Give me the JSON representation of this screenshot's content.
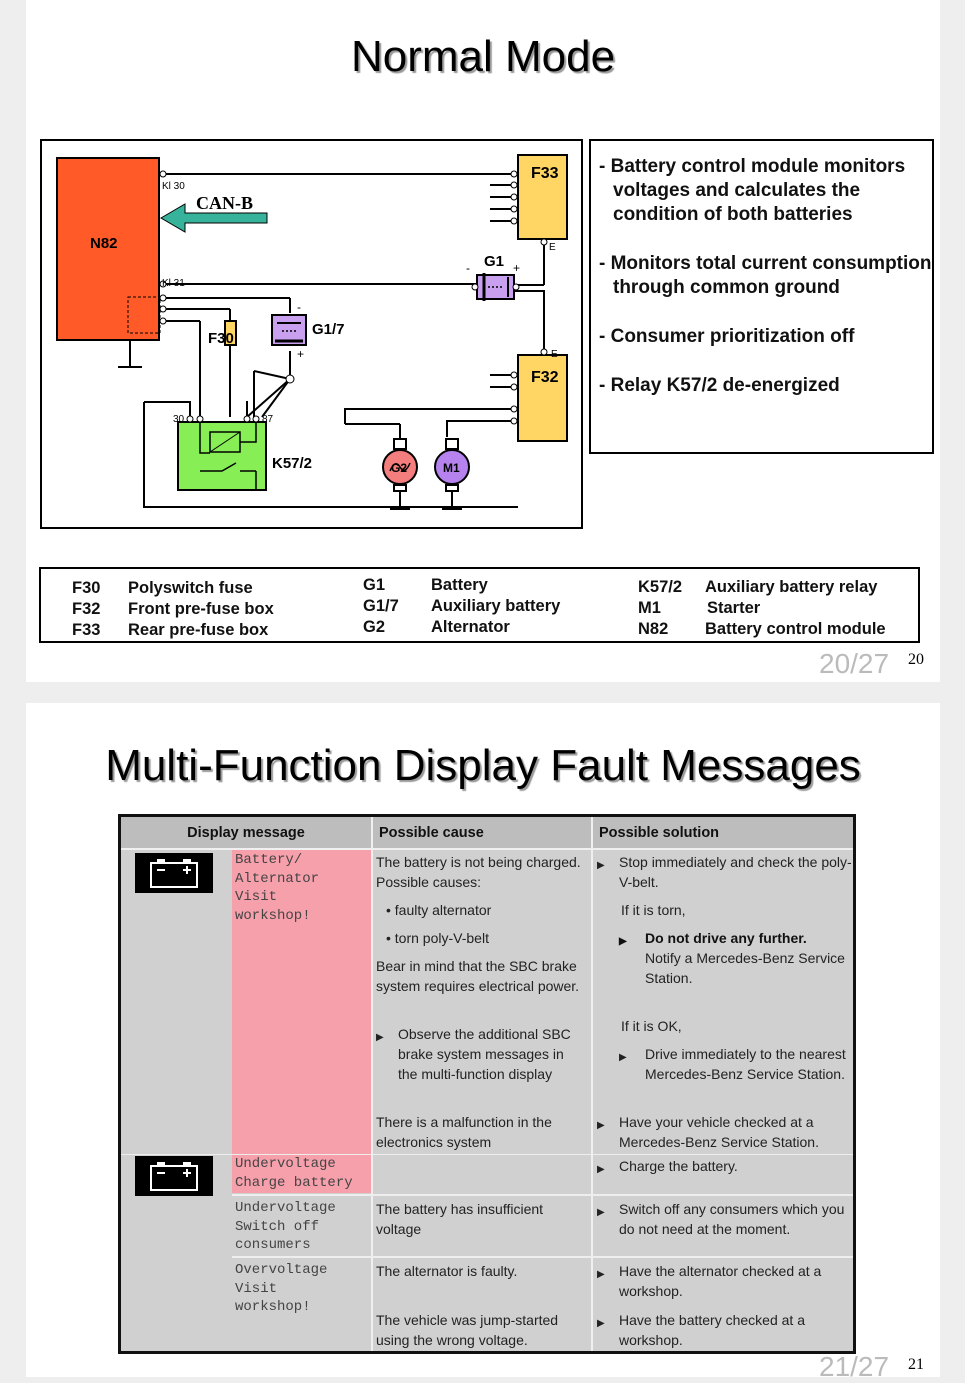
{
  "slide1": {
    "title": "Normal Mode",
    "diagram": {
      "n82": "N82",
      "kl30": "Kl 30",
      "kl31": "Kl 31",
      "canb": "CAN-B",
      "f33": "F33",
      "f32": "F32",
      "f30": "F30",
      "g1": "G1",
      "g17": "G1/7",
      "k572": "K57/2",
      "g2": "G2",
      "m1": "M1",
      "e1": "E",
      "e2": "E",
      "minus": "-",
      "plus": "+",
      "t30": "30",
      "t87": "87"
    },
    "bullets": [
      "- Battery control module monitors voltages and calculates the condition of both batteries",
      "- Monitors total current consumption through common ground",
      "- Consumer prioritization off",
      "- Relay K57/2 de-energized"
    ],
    "legend": [
      {
        "code": "F30",
        "desc": "Polyswitch fuse"
      },
      {
        "code": "F32",
        "desc": "Front pre-fuse box"
      },
      {
        "code": "F33",
        "desc": "Rear pre-fuse box"
      },
      {
        "code": "G1",
        "desc": "Battery"
      },
      {
        "code": "G1/7",
        "desc": "Auxiliary battery"
      },
      {
        "code": "G2",
        "desc": "Alternator"
      },
      {
        "code": "K57/2",
        "desc": "Auxiliary battery relay"
      },
      {
        "code": "M1",
        "desc": "Starter"
      },
      {
        "code": "N82",
        "desc": "Battery control module"
      }
    ],
    "page_counter": "20/27",
    "page_number": "20"
  },
  "slide2": {
    "title": "Multi-Function Display Fault Messages",
    "headers": [
      "Display message",
      "Possible cause",
      "Possible solution"
    ],
    "row1": {
      "message": [
        "Battery/",
        "Alternator",
        "Visit",
        "workshop!"
      ],
      "cause_intro": "The battery is not being charged. Possible causes:",
      "cause_b1": "faulty alternator",
      "cause_b2": "torn poly-V-belt",
      "cause_note": "Bear in mind that the SBC brake system requires electrical power.",
      "cause_arrow": "Observe the additional SBC brake system messages in the multi-function display",
      "cause_2": "There is a malfunction in the electronics system",
      "sol_1": "Stop immediately and check the poly-V-belt.",
      "sol_torn": "If it is torn,",
      "sol_drive": "Do not drive any further.",
      "sol_notify": "Notify a Mercedes-Benz Service Station.",
      "sol_ok": "If it is OK,",
      "sol_drive2": "Drive immediately to the nearest Mercedes-Benz Service Station.",
      "sol_2": "Have your vehicle checked at a Mercedes-Benz Service Station."
    },
    "row2": {
      "message": [
        "Undervoltage",
        "Charge battery"
      ],
      "solution": "Charge the battery."
    },
    "row3": {
      "message": [
        "Undervoltage",
        "Switch off",
        "consumers"
      ],
      "cause": "The battery has insufficient voltage",
      "solution": "Switch off any consumers which you do not need at the moment."
    },
    "row4": {
      "message": [
        "Overvoltage",
        "Visit",
        "workshop!"
      ],
      "cause_1": "The alternator is faulty.",
      "solution_1": "Have the alternator checked at a workshop.",
      "cause_2": "The vehicle was jump-started using the wrong voltage.",
      "solution_2": "Have the battery checked at a workshop."
    },
    "page_counter": "21/27",
    "page_number": "21"
  },
  "colors": {
    "n82": "#ff5a28",
    "fuse": "#ffd563",
    "relay": "#88ee55",
    "aux_battery": "#c9a0f0",
    "alternator": "#f47d7d",
    "starter": "#b683ee",
    "can_arrow": "#36b39a",
    "highlight": "#f6a0ac"
  }
}
